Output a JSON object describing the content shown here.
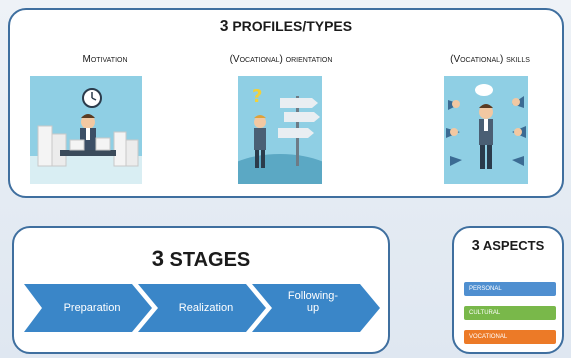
{
  "top": {
    "count": "3",
    "title_rest": "profiles/types",
    "profiles": [
      {
        "label": "Motivation",
        "icon": "office-worker-clock-illustration"
      },
      {
        "label": "(vocational) Orientation",
        "icon": "confused-man-signpost-illustration"
      },
      {
        "label": "(vocational) Skills",
        "icon": "businessman-thumbs-up-illustration"
      }
    ]
  },
  "stages": {
    "count": "3",
    "title_rest": "stages",
    "steps": [
      "Preparation",
      "Realization",
      "Following-up"
    ]
  },
  "aspects": {
    "count": "3",
    "title_rest": "aspects",
    "items": [
      {
        "label": "Personal",
        "color": "#4f8fd0"
      },
      {
        "label": "Cultural",
        "color": "#79b84a"
      },
      {
        "label": "Vocational",
        "color": "#ec7a27"
      }
    ]
  },
  "colors": {
    "border": "#3f6f9f",
    "chevron": "#3a86c8",
    "illustration_bg": "#8fcfe4"
  }
}
